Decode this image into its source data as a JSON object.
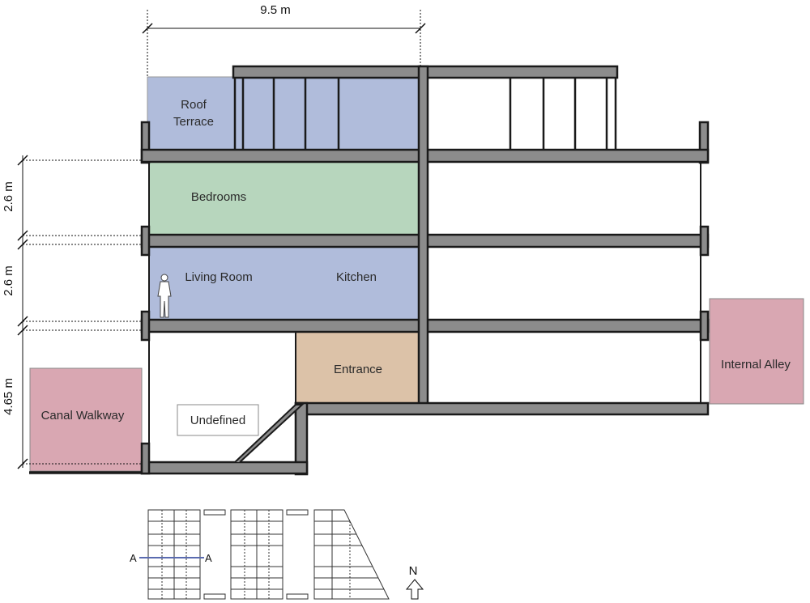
{
  "dimensions": {
    "width": "9.5 m",
    "floor_3": "2.6 m",
    "floor_2": "2.6 m",
    "floor_1": "4.65 m"
  },
  "rooms": {
    "roof_terrace_line1": "Roof",
    "roof_terrace_line2": "Terrace",
    "bedrooms": "Bedrooms",
    "living_room": "Living Room",
    "kitchen": "Kitchen",
    "entrance": "Entrance",
    "undefined": "Undefined",
    "canal_walkway": "Canal Walkway",
    "internal_alley": "Internal Alley"
  },
  "key_plan": {
    "section_mark_left": "A",
    "section_mark_right": "A",
    "north": "N"
  },
  "colors": {
    "blue_room": "#b0bcdb",
    "green_room": "#b7d6bd",
    "tan_room": "#dcc2a8",
    "pink_exterior": "#d9a7b2",
    "wall_fill": "#8c8c8c",
    "wall_outline": "#1a1a1a"
  }
}
